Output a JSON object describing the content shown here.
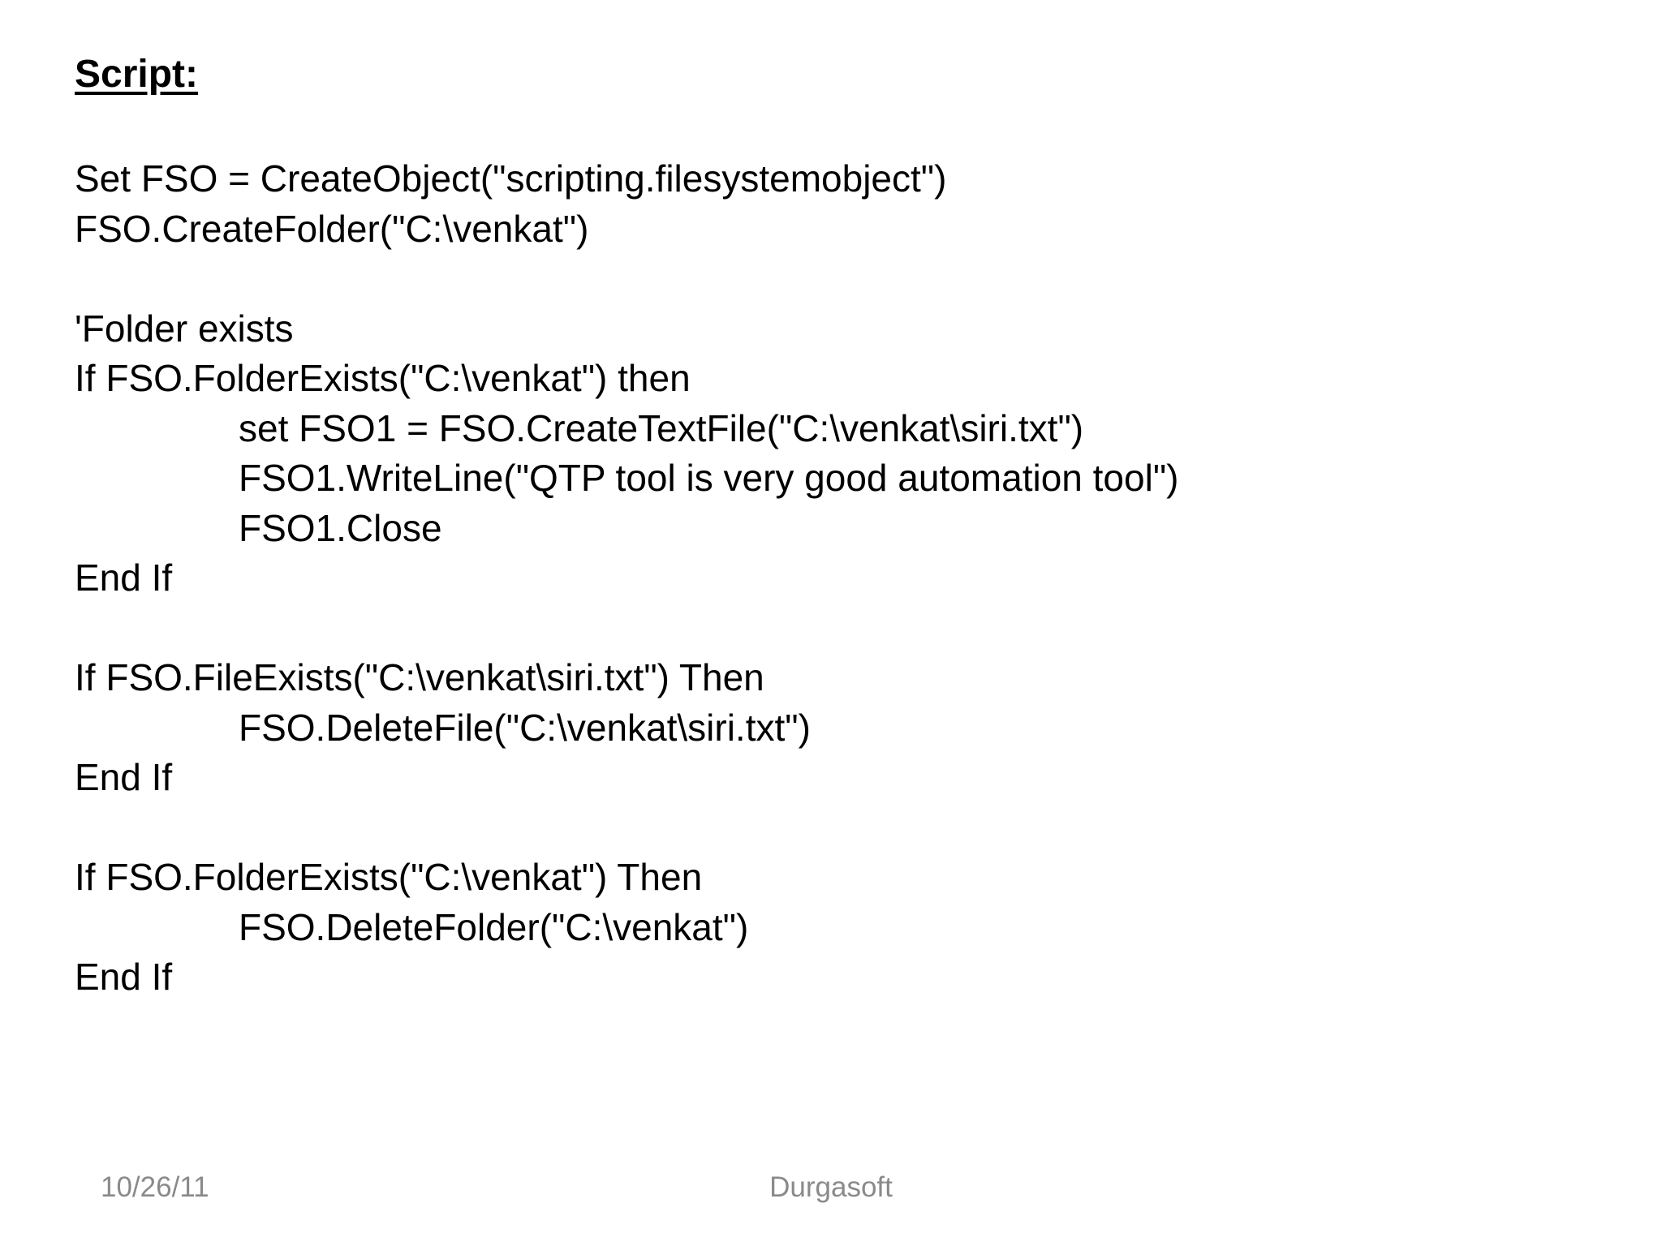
{
  "slide": {
    "title": "Script:",
    "colors": {
      "background": "#ffffff",
      "text": "#000000",
      "footer_text": "#8a8a8a"
    },
    "code": {
      "lines": [
        {
          "text": "Set FSO = CreateObject(\"scripting.filesystemobject\")",
          "indent": 0
        },
        {
          "text": "FSO.CreateFolder(\"C:\\venkat\")",
          "indent": 0
        },
        {
          "text": "",
          "indent": 0
        },
        {
          "text": "'Folder exists",
          "indent": 0
        },
        {
          "text": "If FSO.FolderExists(\"C:\\venkat\") then",
          "indent": 0
        },
        {
          "text": "set FSO1 = FSO.CreateTextFile(\"C:\\venkat\\siri.txt\")",
          "indent": 1
        },
        {
          "text": "FSO1.WriteLine(\"QTP tool is very good automation tool\")",
          "indent": 1
        },
        {
          "text": "FSO1.Close",
          "indent": 1
        },
        {
          "text": "End If",
          "indent": 0
        },
        {
          "text": "",
          "indent": 0
        },
        {
          "text": "If FSO.FileExists(\"C:\\venkat\\siri.txt\") Then",
          "indent": 0
        },
        {
          "text": "FSO.DeleteFile(\"C:\\venkat\\siri.txt\")",
          "indent": 1
        },
        {
          "text": "End If",
          "indent": 0
        },
        {
          "text": "",
          "indent": 0
        },
        {
          "text": "If FSO.FolderExists(\"C:\\venkat\") Then",
          "indent": 0
        },
        {
          "text": "FSO.DeleteFolder(\"C:\\venkat\")",
          "indent": 1
        },
        {
          "text": "End If",
          "indent": 0
        }
      ]
    },
    "footer": {
      "date": "10/26/11",
      "company": "Durgasoft"
    }
  }
}
